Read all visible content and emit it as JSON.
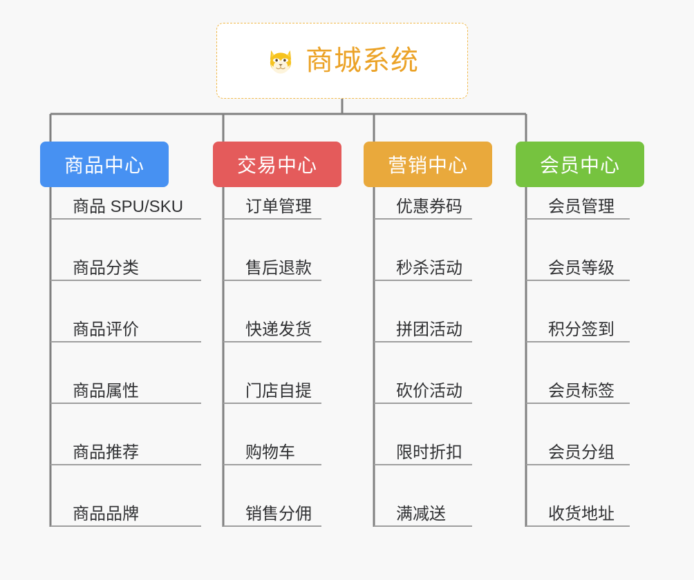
{
  "diagram": {
    "title": "商城系统",
    "type": "mind-map-tree",
    "background_color": "#f8f8f8",
    "root": {
      "label": "商城系统",
      "icon": "shiba-dog-icon",
      "text_color": "#eba226",
      "border_color": "#f0b849",
      "background_color": "#ffffff"
    },
    "connector_color": "#808080",
    "leaf_line_color": "#9e9e9e",
    "leaf_text_color": "#303133",
    "branches": [
      {
        "label": "商品中心",
        "color": "#4791f2",
        "items": [
          "商品 SPU/SKU",
          "商品分类",
          "商品评价",
          "商品属性",
          "商品推荐",
          "商品品牌"
        ]
      },
      {
        "label": "交易中心",
        "color": "#e45b5b",
        "items": [
          "订单管理",
          "售后退款",
          "快递发货",
          "门店自提",
          "购物车",
          "销售分佣"
        ]
      },
      {
        "label": "营销中心",
        "color": "#e9a93c",
        "items": [
          "优惠券码",
          "秒杀活动",
          "拼团活动",
          "砍价活动",
          "限时折扣",
          "满减送"
        ]
      },
      {
        "label": "会员中心",
        "color": "#76c33f",
        "items": [
          "会员管理",
          "会员等级",
          "积分签到",
          "会员标签",
          "会员分组",
          "收货地址"
        ]
      }
    ]
  }
}
